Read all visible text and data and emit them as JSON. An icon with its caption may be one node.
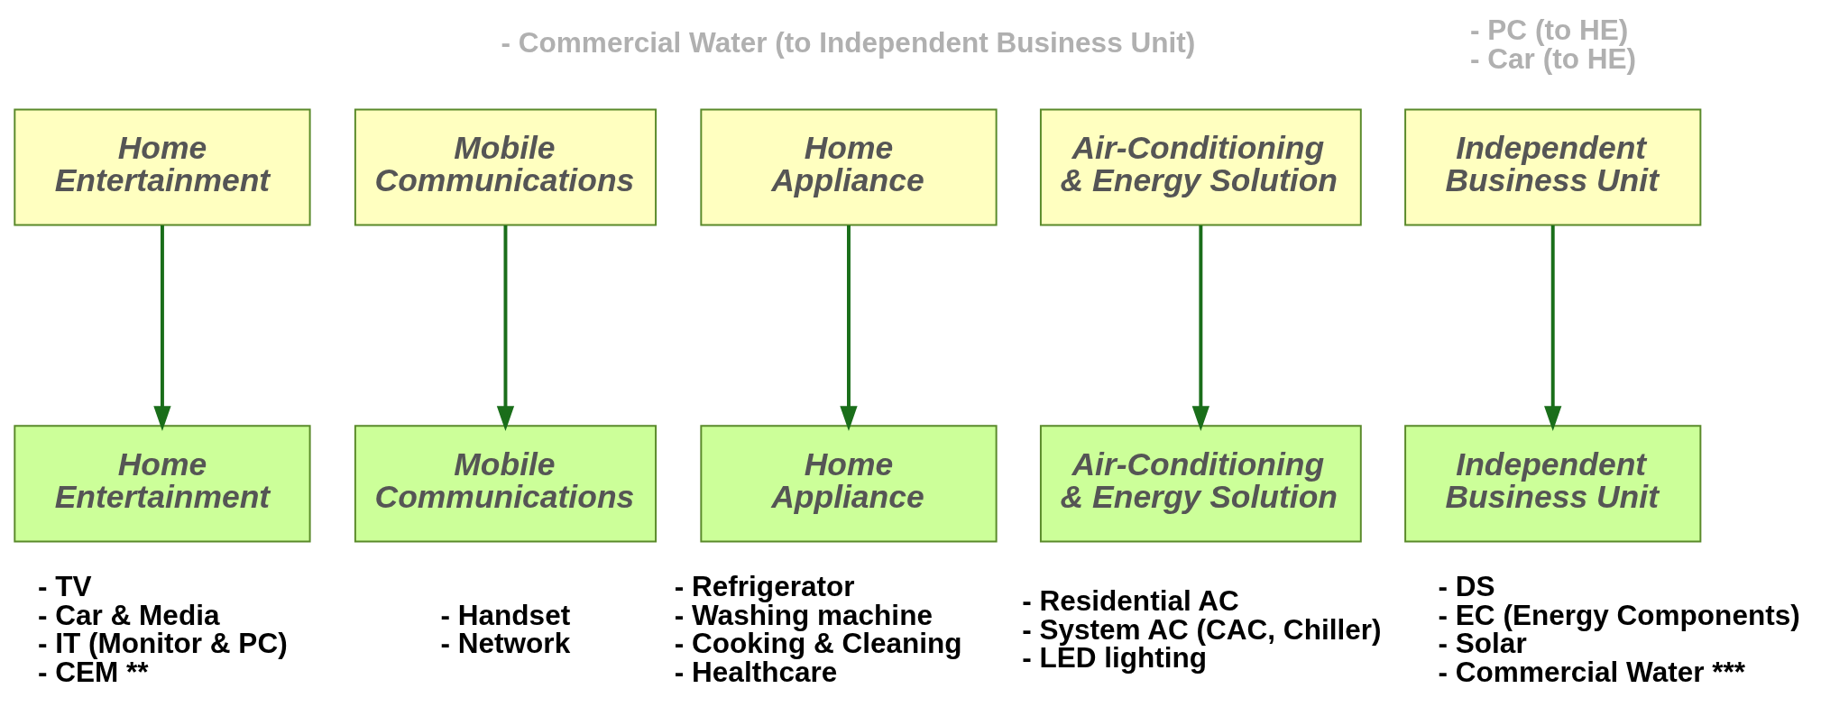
{
  "diagram": {
    "nodes": [
      {
        "text": [
          "Home Entertainment"
        ]
      },
      {
        "text": [
          "Mobile Communications"
        ]
      },
      {
        "text": [
          "Home Appliance"
        ],
        "beside": [
          "- Commercial Water (to Independent Business Unit)"
        ]
      },
      {
        "text": [
          "Air-Conditioning & Energy Solution"
        ]
      },
      {
        "text": [
          "Independent Business Unit"
        ],
        "beside": [
          "- PC (to HE)",
          "- Car (to HE)"
        ]
      },
      {
        "text": [
          "Home Entertainment"
        ],
        "beside": [
          "- TV",
          "- Car & Media",
          "- IT (Monitor & PC)",
          "- CEM **"
        ]
      },
      {
        "text": [
          "Mobile Communications"
        ],
        "beside": [
          "- Handset",
          "- Network"
        ]
      },
      {
        "text": [
          "Home Appliance"
        ],
        "beside": [
          "- Refrigerator",
          "- Washing machine",
          "- Cooking & Cleaning",
          "- Healthcare"
        ]
      },
      {
        "text": [
          "Air-Conditioning & Energy Solution"
        ],
        "beside": [
          "- Residential AC",
          "- System AC (CAC, Chiller)",
          "- LED lighting"
        ]
      },
      {
        "text": [
          "Independent Business Unit"
        ],
        "beside": [
          "- DS",
          "- EC (Energy Components)",
          "- Solar",
          "- Commercial Water ***"
        ]
      }
    ],
    "edges": [
      {
        "from": 0,
        "to": 5,
        "arrow": "to"
      },
      {
        "from": 1,
        "to": 6,
        "arrow": "to"
      },
      {
        "from": 2,
        "to": 7,
        "arrow": "to"
      },
      {
        "from": 3,
        "to": 8,
        "arrow": "to"
      },
      {
        "from": 4,
        "to": 9,
        "arrow": "to"
      }
    ]
  }
}
